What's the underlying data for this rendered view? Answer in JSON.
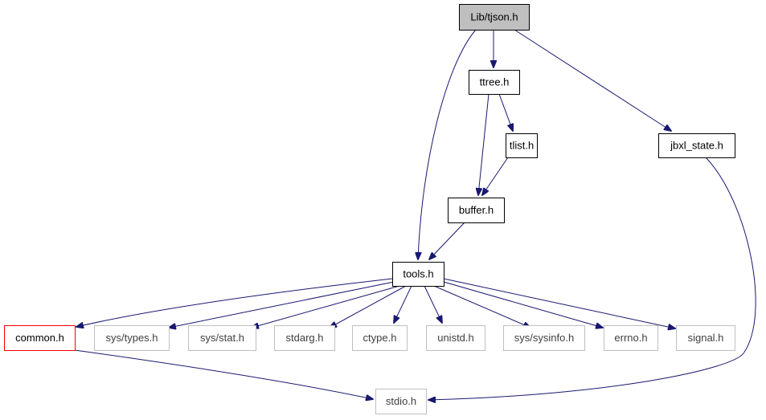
{
  "colors": {
    "edge": "#191970",
    "root_fill": "#bfbfbf",
    "border_normal": "#000000",
    "border_system": "#bfbfbf",
    "border_highlight": "#ff0000",
    "text_normal": "#000000",
    "text_system": "#3f3f3f"
  },
  "nodes": [
    {
      "id": "tjson",
      "label": "Lib/tjson.h",
      "style": "root"
    },
    {
      "id": "ttree",
      "label": "ttree.h",
      "style": "normal"
    },
    {
      "id": "jbxl_state",
      "label": "jbxl_state.h",
      "style": "normal"
    },
    {
      "id": "tlist",
      "label": "tlist.h",
      "style": "normal"
    },
    {
      "id": "buffer",
      "label": "buffer.h",
      "style": "normal"
    },
    {
      "id": "tools",
      "label": "tools.h",
      "style": "normal"
    },
    {
      "id": "common",
      "label": "common.h",
      "style": "highlight"
    },
    {
      "id": "sys_types",
      "label": "sys/types.h",
      "style": "system"
    },
    {
      "id": "sys_stat",
      "label": "sys/stat.h",
      "style": "system"
    },
    {
      "id": "stdarg",
      "label": "stdarg.h",
      "style": "system"
    },
    {
      "id": "ctype",
      "label": "ctype.h",
      "style": "system"
    },
    {
      "id": "unistd",
      "label": "unistd.h",
      "style": "system"
    },
    {
      "id": "sys_sysinfo",
      "label": "sys/sysinfo.h",
      "style": "system"
    },
    {
      "id": "errno",
      "label": "errno.h",
      "style": "system"
    },
    {
      "id": "signal",
      "label": "signal.h",
      "style": "system"
    },
    {
      "id": "stdio",
      "label": "stdio.h",
      "style": "system"
    }
  ],
  "edges": [
    {
      "from": "tjson",
      "to": "ttree"
    },
    {
      "from": "tjson",
      "to": "tools"
    },
    {
      "from": "tjson",
      "to": "jbxl_state"
    },
    {
      "from": "ttree",
      "to": "tlist"
    },
    {
      "from": "ttree",
      "to": "buffer"
    },
    {
      "from": "tlist",
      "to": "buffer"
    },
    {
      "from": "buffer",
      "to": "tools"
    },
    {
      "from": "tools",
      "to": "common"
    },
    {
      "from": "tools",
      "to": "sys_types"
    },
    {
      "from": "tools",
      "to": "sys_stat"
    },
    {
      "from": "tools",
      "to": "stdarg"
    },
    {
      "from": "tools",
      "to": "ctype"
    },
    {
      "from": "tools",
      "to": "unistd"
    },
    {
      "from": "tools",
      "to": "sys_sysinfo"
    },
    {
      "from": "tools",
      "to": "errno"
    },
    {
      "from": "tools",
      "to": "signal"
    },
    {
      "from": "common",
      "to": "stdio"
    },
    {
      "from": "jbxl_state",
      "to": "stdio"
    }
  ]
}
